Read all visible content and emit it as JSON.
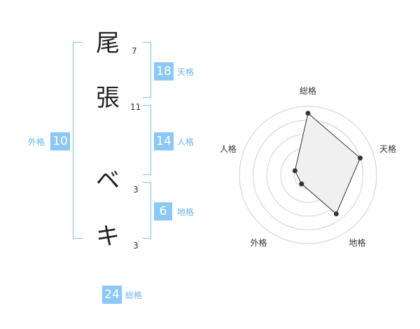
{
  "name": {
    "chars": [
      {
        "char": "尾",
        "strokes": "7"
      },
      {
        "char": "張",
        "strokes": "11"
      },
      {
        "char": "ベ",
        "strokes": "3"
      },
      {
        "char": "キ",
        "strokes": "3"
      }
    ]
  },
  "kaku": {
    "ten": {
      "value": "18",
      "label": "天格"
    },
    "jin": {
      "value": "14",
      "label": "人格"
    },
    "chi": {
      "value": "6",
      "label": "地格"
    },
    "gai": {
      "value": "10",
      "label": "外格"
    },
    "sou": {
      "value": "24",
      "label": "総格"
    }
  },
  "colors": {
    "accent": "#8cc8f5",
    "label": "#6bb5ea",
    "bracket": "#7cc0ef",
    "radar_fill": "#f0f0f0"
  },
  "chart_data": {
    "type": "radar",
    "axes": [
      "総格",
      "天格",
      "地格",
      "外格",
      "人格"
    ],
    "values": [
      4.5,
      4.0,
      3.5,
      0.8,
      1.0
    ],
    "range": [
      0,
      5
    ],
    "rings": 5
  }
}
